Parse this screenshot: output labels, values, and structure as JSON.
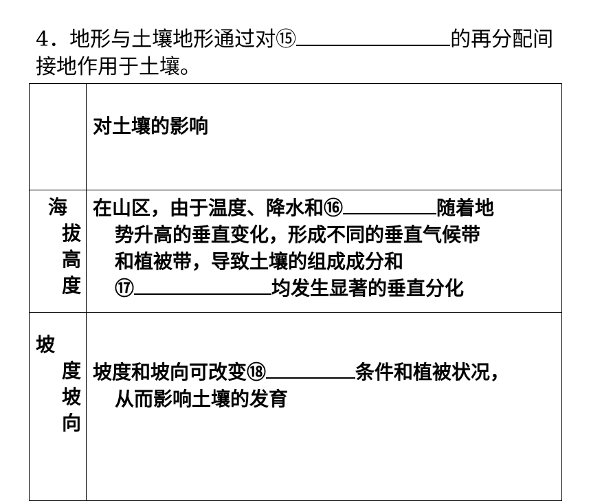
{
  "intro": {
    "part1": "4．地形与土壤地形通过对⑮",
    "part2": "的再分配间接地作用于土壤。"
  },
  "table": {
    "header": "对土壤的影响",
    "rows": [
      {
        "label_chars": [
          "海",
          "拔",
          "高",
          "度"
        ],
        "text1": "在山区，由于温度、降水和⑯",
        "text2": "随着地",
        "text3": "势升高的垂直变化，形成不同的垂直气候带",
        "text4": "和植被带，导致土壤的组成成分和",
        "text5": "⑰",
        "text6": "均发生显著的垂直分化"
      },
      {
        "label_chars": [
          "坡",
          "度",
          "坡",
          "向"
        ],
        "text1": "坡度和坡向可改变⑱",
        "text2": "条件和植被状况，",
        "text3": "从而影响土壤的发育"
      }
    ]
  }
}
